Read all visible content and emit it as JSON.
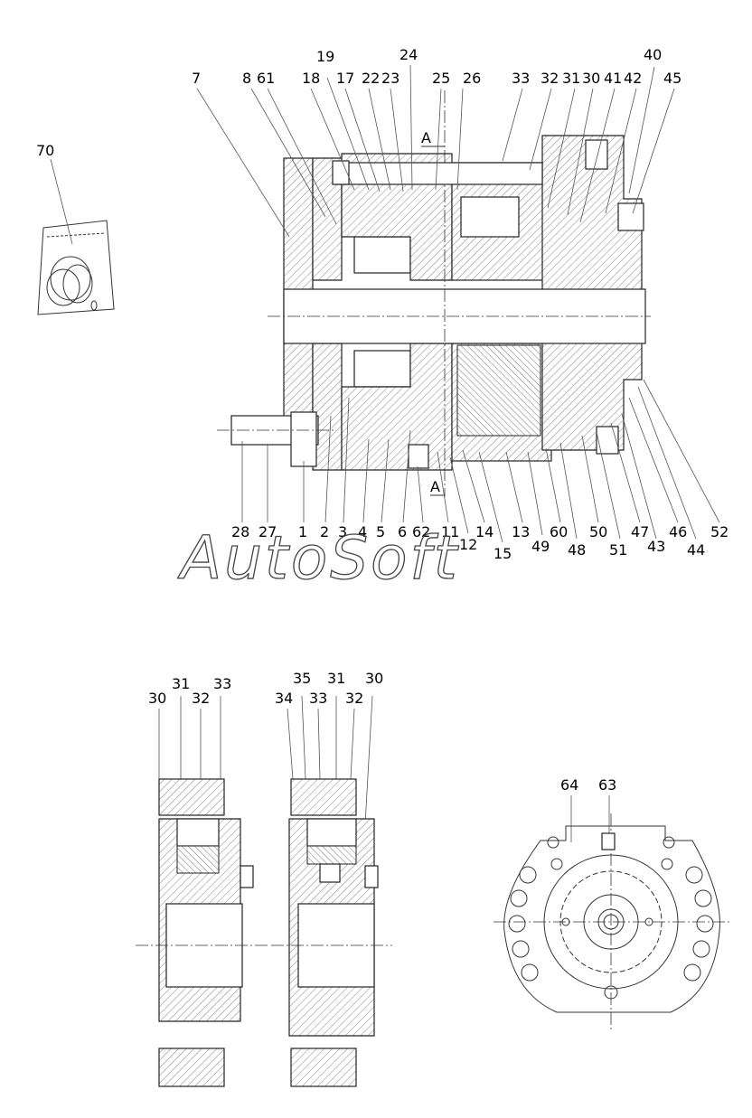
{
  "watermark": "AutoSoft",
  "main_view": {
    "labels": [
      "7",
      "8",
      "61",
      "18",
      "19",
      "17",
      "22",
      "23",
      "24",
      "25",
      "26",
      "33",
      "32",
      "31",
      "30",
      "41",
      "42",
      "40",
      "45",
      "28",
      "27",
      "1",
      "2",
      "3",
      "4",
      "5",
      "6",
      "62",
      "11",
      "12",
      "14",
      "15",
      "13",
      "49",
      "60",
      "48",
      "50",
      "51",
      "47",
      "43",
      "46",
      "44",
      "52"
    ],
    "section_marks": [
      "A",
      "A"
    ]
  },
  "kit_view": {
    "labels": [
      "70"
    ]
  },
  "detail_left": {
    "labels": [
      "30",
      "31",
      "32",
      "33"
    ]
  },
  "detail_right": {
    "labels": [
      "34",
      "35",
      "33",
      "31",
      "32",
      "30"
    ]
  },
  "end_view": {
    "labels": [
      "64",
      "63"
    ]
  }
}
